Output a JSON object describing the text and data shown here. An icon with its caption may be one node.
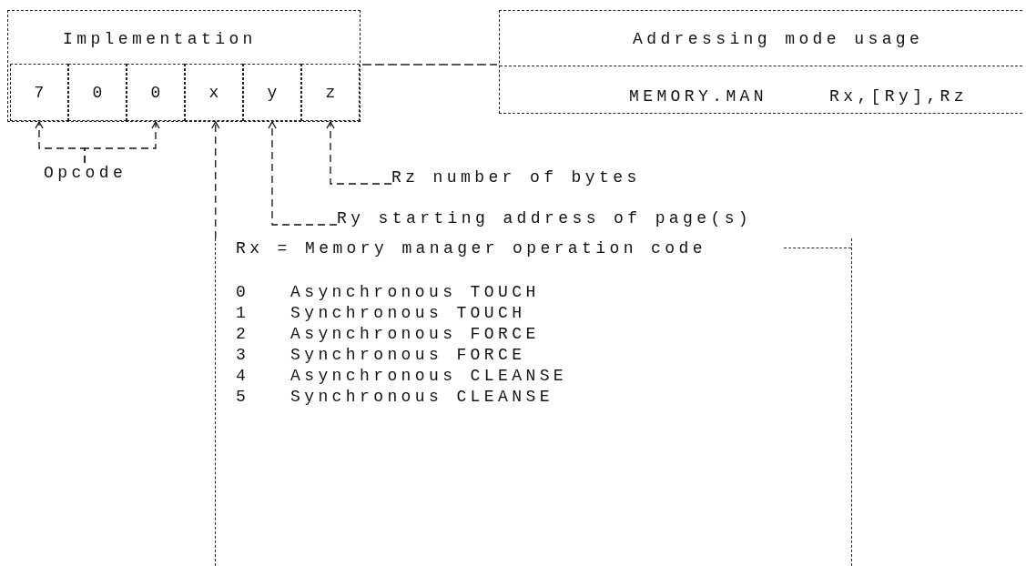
{
  "diagram": {
    "nodes": [
      {
        "text": [
          "Implementation"
        ]
      },
      {
        "text": [
          "7"
        ],
        "in": 0
      },
      {
        "text": [
          "0"
        ],
        "in": 0
      },
      {
        "text": [
          "0"
        ],
        "in": 0
      },
      {
        "text": [
          "x"
        ],
        "in": 0
      },
      {
        "text": [
          "y"
        ],
        "in": 0
      },
      {
        "text": [
          "z"
        ],
        "in": 0
      },
      {
        "text": [
          "Addressing mode usage",
          "MEMORY.MAN",
          "Rx,[Ry],Rz"
        ]
      },
      {
        "text": [
          "Opcode"
        ]
      },
      {
        "text": [
          "Rz number of bytes"
        ]
      },
      {
        "text": [
          "Ry starting address of page(s)"
        ]
      },
      {
        "text": [
          "Rx = Memory manager operation code",
          "0",
          "Asynchronous TOUCH",
          "1",
          "Synchronous TOUCH",
          "2",
          "Asynchronous FORCE",
          "3",
          "Synchronous FORCE",
          "4",
          "Asynchronous CLEANSE",
          "5",
          "Synchronous CLEANSE"
        ]
      }
    ],
    "edges": [
      {
        "from": 8,
        "to": 1,
        "arrow": "to"
      },
      {
        "from": 8,
        "to": 3,
        "arrow": "to"
      },
      {
        "from": 9,
        "to": 6,
        "arrow": "to"
      },
      {
        "from": 10,
        "to": 5,
        "arrow": "to"
      },
      {
        "from": 11,
        "to": 4,
        "arrow": "to"
      }
    ]
  }
}
